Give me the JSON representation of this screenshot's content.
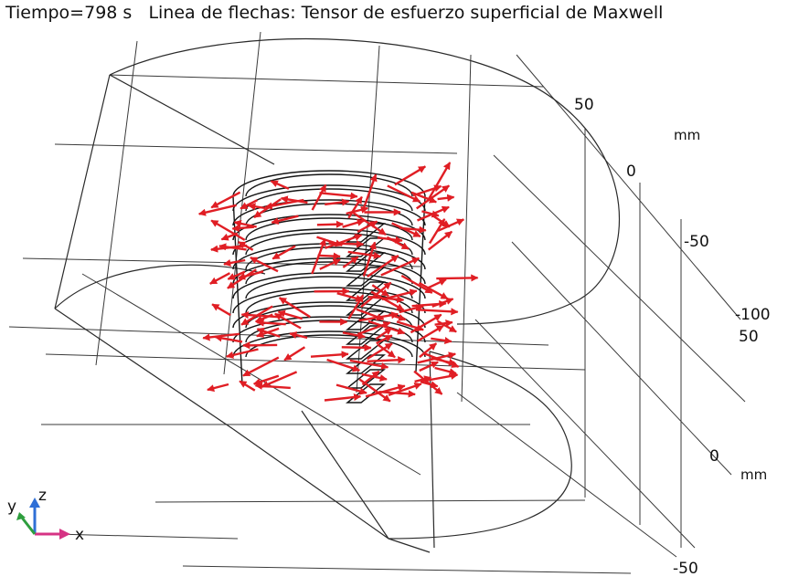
{
  "title": {
    "time_label": "Tiempo=798 s",
    "plot_label": "Linea de flechas: Tensor de esfuerzo superficial de Maxwell"
  },
  "axes": {
    "upper_ticks": [
      "50",
      "0",
      "-50",
      "-100"
    ],
    "upper_unit": "mm",
    "lower_ticks": [
      "50",
      "0",
      "-50"
    ],
    "lower_unit": "mm"
  },
  "triad": {
    "x": "x",
    "y": "y",
    "z": "z"
  },
  "colors": {
    "arrow": "#e01e24",
    "wire": "#222222",
    "grid": "#3a3a3a",
    "triad_x": "#d63384",
    "triad_y": "#2e9e3e",
    "triad_z": "#2f6fd6"
  }
}
